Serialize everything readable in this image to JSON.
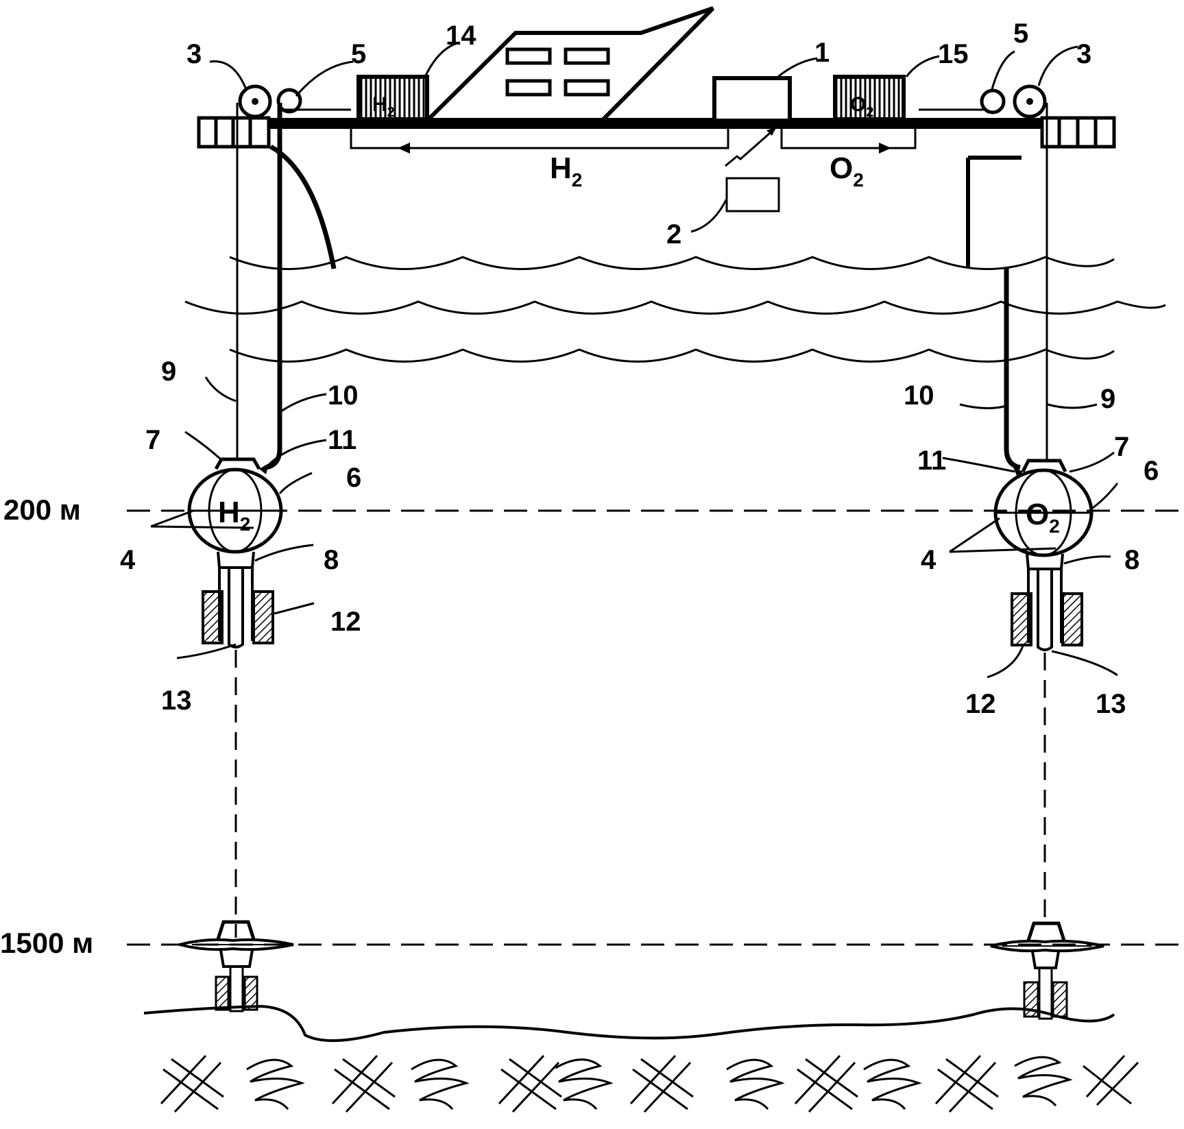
{
  "labels": {
    "n1": "1",
    "n2": "2",
    "n3_left": "3",
    "n3_right": "3",
    "n4_left": "4",
    "n4_right": "4",
    "n5_left": "5",
    "n5_right": "5",
    "n6_left": "6",
    "n6_right": "6",
    "n7_left": "7",
    "n7_right": "7",
    "n8_left": "8",
    "n8_right": "8",
    "n9_left": "9",
    "n9_right": "9",
    "n10_left": "10",
    "n10_right": "10",
    "n11_left": "11",
    "n11_right": "11",
    "n12_left": "12",
    "n12_right": "12",
    "n13_left": "13",
    "n13_right": "13",
    "n14": "14",
    "n15": "15"
  },
  "depths": {
    "shallow": "200 м",
    "deep": "1500 м"
  },
  "gases": {
    "hydrogen": {
      "symbol": "H",
      "subscript": "2"
    },
    "oxygen": {
      "symbol": "O",
      "subscript": "2"
    }
  }
}
